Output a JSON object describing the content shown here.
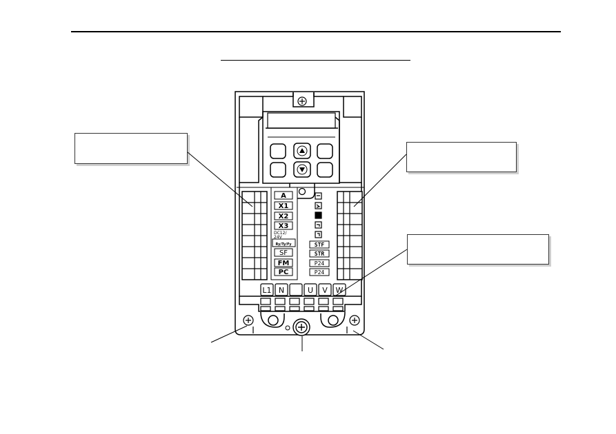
{
  "header": {
    "title": "",
    "caption": ""
  },
  "callouts": {
    "left": "",
    "right_top": "",
    "right_mid": ""
  },
  "terminals": {
    "control_left": [
      "A",
      "X1",
      "X2",
      "X3",
      "DC12/\n24V",
      "Ry/Ty/Fy",
      "SF",
      "FM",
      "PC"
    ],
    "control_right": [
      "P24",
      "P24"
    ],
    "control_right_codes": [
      "STF",
      "STR"
    ],
    "power": [
      "L1",
      "N",
      "",
      "U",
      "V",
      "W"
    ]
  },
  "icons": [
    "screw-icon",
    "arrow-up-icon",
    "arrow-down-icon",
    "ground-screw-icon"
  ]
}
